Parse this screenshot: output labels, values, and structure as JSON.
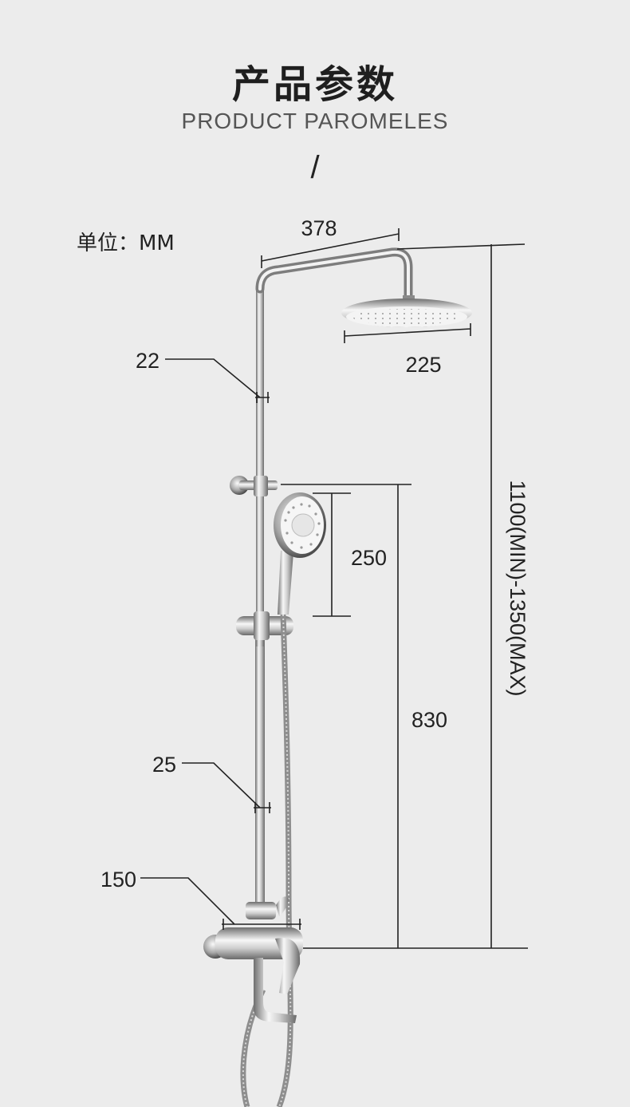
{
  "header": {
    "title": "产品参数",
    "subtitle": "PRODUCT PAROMELES",
    "divider": "/"
  },
  "unit_label": "单位：MM",
  "dimensions": {
    "arm_length": "378",
    "head_diameter": "225",
    "upper_pipe": "22",
    "handheld_length": "250",
    "overall_height": "1100(MIN)-1350(MAX)",
    "slide_height": "830",
    "lower_pipe": "25",
    "valve_center": "150"
  },
  "colors": {
    "background": "#ececec",
    "chrome_dark": "#7d7d7d",
    "chrome_light": "#f4f4f4",
    "line": "#222222"
  }
}
